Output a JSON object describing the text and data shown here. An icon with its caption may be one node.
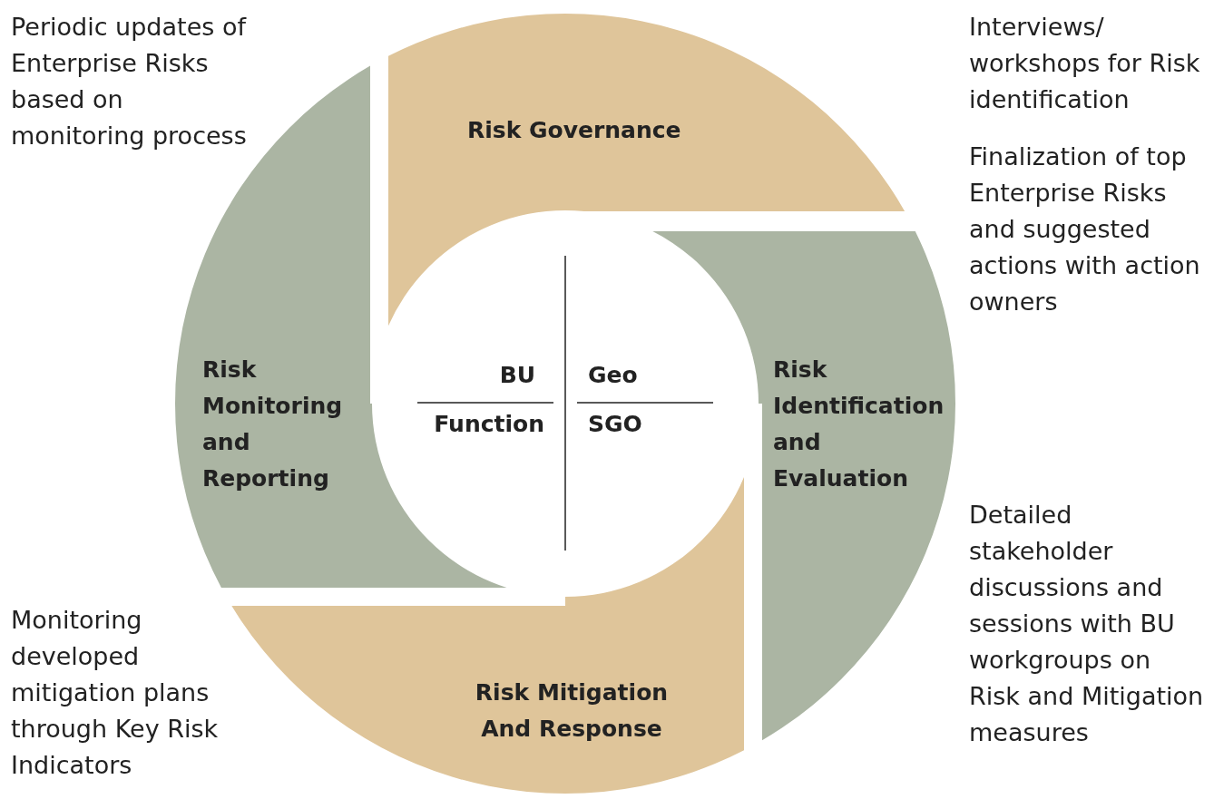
{
  "diagram": {
    "nodes": [
      {
        "text": [
          "Risk Governance"
        ]
      },
      {
        "text": [
          "Risk Identification and Evaluation"
        ]
      },
      {
        "text": [
          "Risk Mitigation And Response"
        ]
      },
      {
        "text": [
          "Risk Monitoring and Reporting"
        ]
      }
    ],
    "labels": [
      "Periodic updates of Enterprise Risks based on monitoring process",
      "Interviews/ workshops for Risk identification",
      "Finalization of top Enterprise Risks and suggested actions with action owners",
      "BU",
      "Geo",
      "Function",
      "SGO",
      "Detailed stakeholder discussions and sessions with BU workgroups on Risk and Mitigation measures",
      "Monitoring developed mitigation plans through Key Risk Indicators"
    ]
  }
}
